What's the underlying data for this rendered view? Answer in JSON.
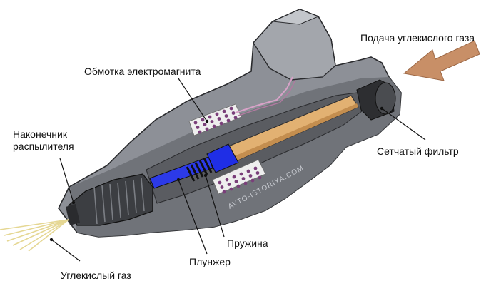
{
  "labels": {
    "co2_supply": "Подача углекислого газа",
    "coil": "Обмотка электромагнита",
    "nozzle_tip": "Наконечник\nраспылителя",
    "mesh_filter": "Сетчатый фильтр",
    "spring": "Пружина",
    "plunger": "Плунжер",
    "co2_gas": "Углекислый газ"
  },
  "watermark": "AVTO-ISTORIYA.COM",
  "colors": {
    "body_dark": "#6d7076",
    "body_mid": "#8d9097",
    "body_light": "#b4b7bc",
    "rod": "#e2b172",
    "rod_shadow": "#c48e4f",
    "magnet": "#1f2ee6",
    "coil_pad": "#eeeeee",
    "coil_dot": "#7a3f7a",
    "arrow": "#c88f67",
    "spray": "#e5d793"
  }
}
